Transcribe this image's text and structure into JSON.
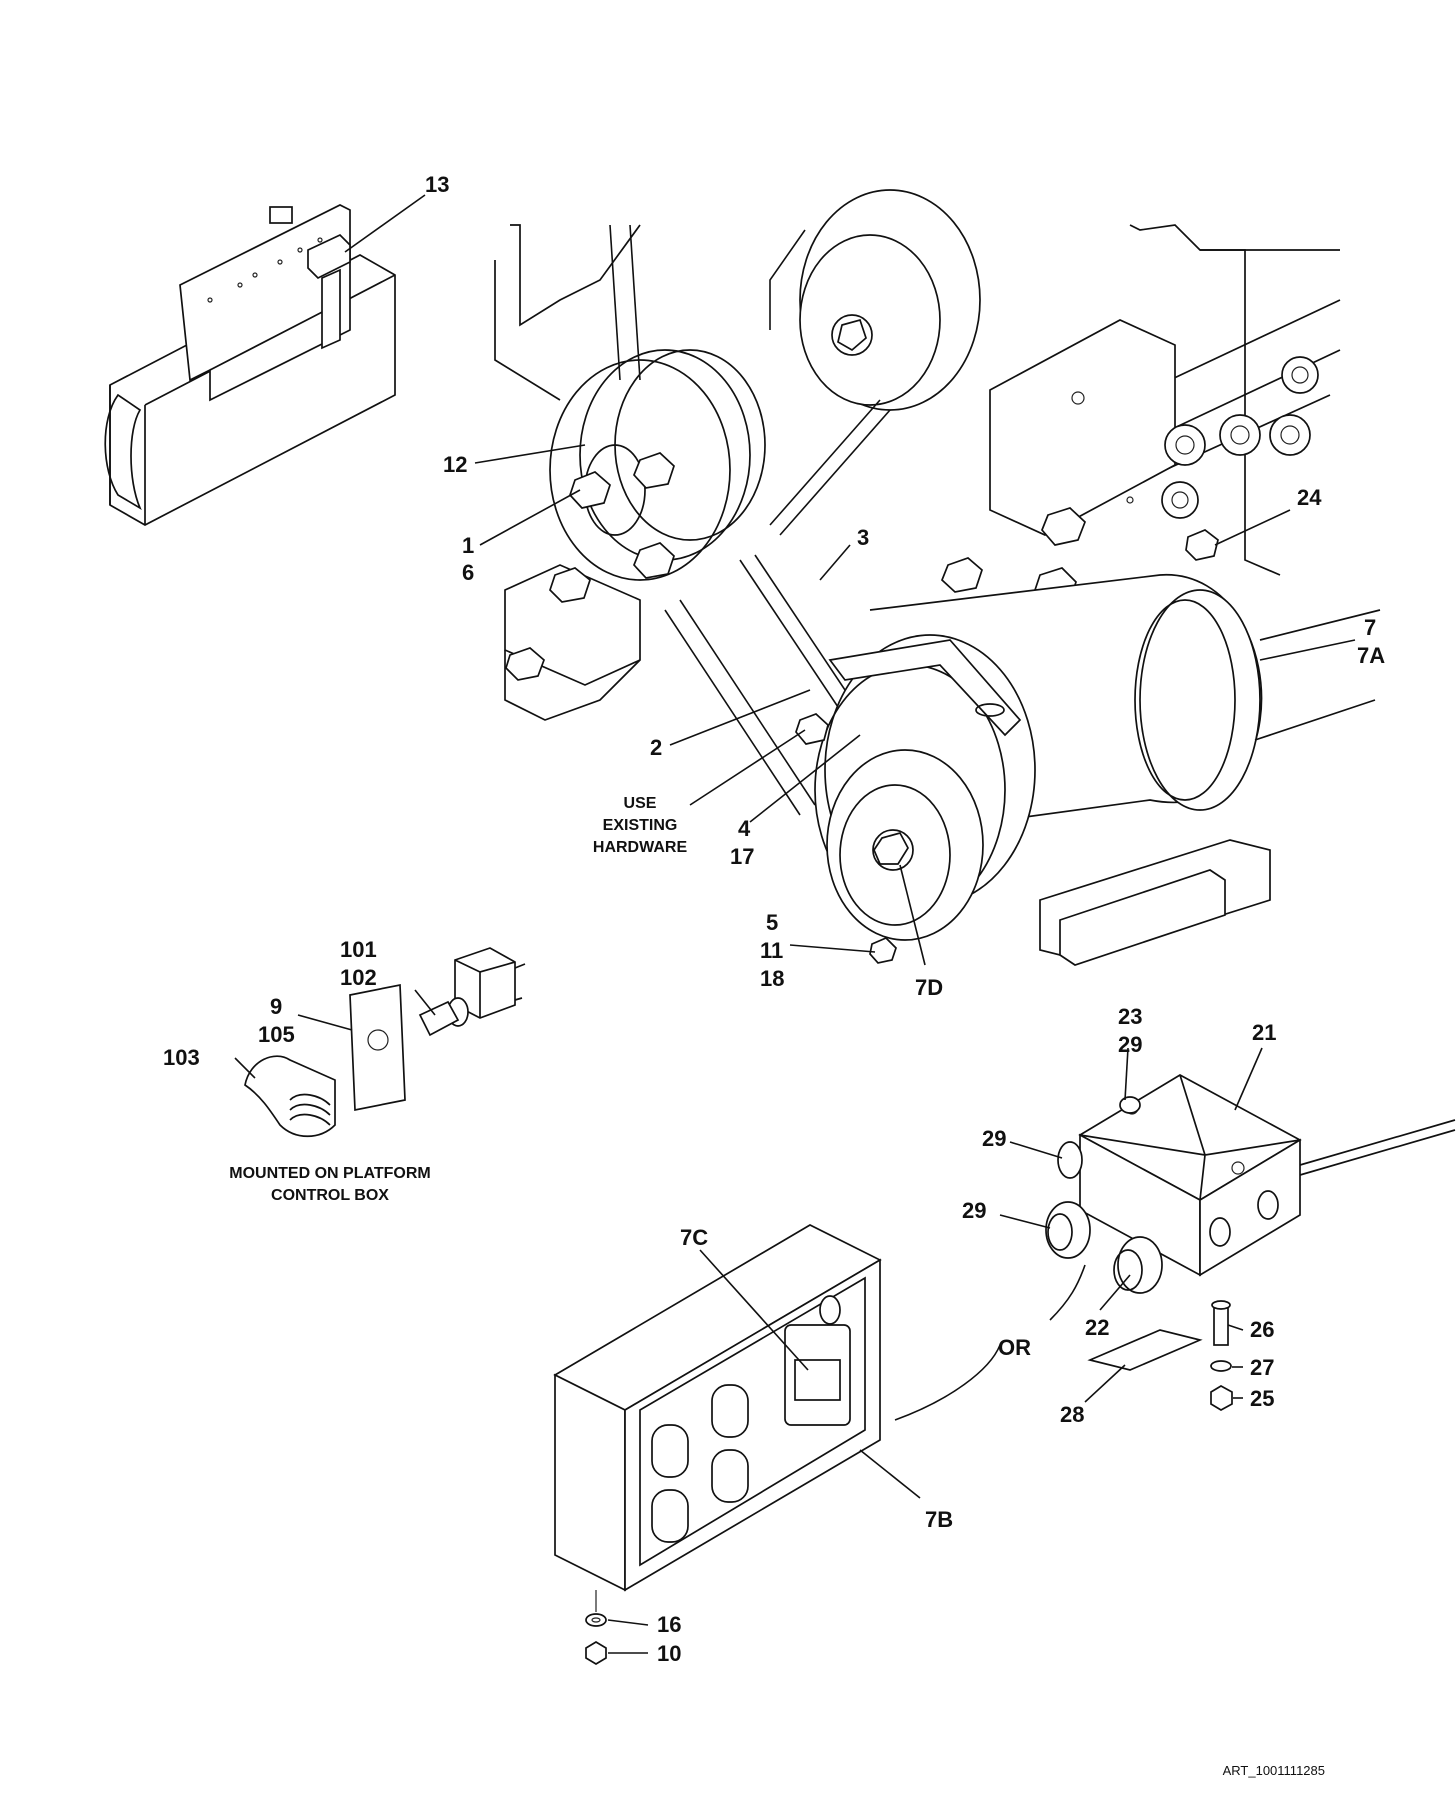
{
  "callouts": {
    "c13": "13",
    "c12": "12",
    "c1": "1",
    "c6": "6",
    "c3": "3",
    "c24": "24",
    "c7": "7",
    "c7a": "7A",
    "c2": "2",
    "c4": "4",
    "c17": "17",
    "c5": "5",
    "c11": "11",
    "c18": "18",
    "c7d": "7D",
    "c101": "101",
    "c102": "102",
    "c9": "9",
    "c105": "105",
    "c103": "103",
    "c23": "23",
    "c29a": "29",
    "c21": "21",
    "c29b": "29",
    "c29c": "29",
    "c22": "22",
    "c26": "26",
    "c27": "27",
    "c25": "25",
    "c28": "28",
    "c7c": "7C",
    "c7b": "7B",
    "c16": "16",
    "c10": "10"
  },
  "notes": {
    "use_existing": [
      "USE",
      "EXISTING",
      "HARDWARE"
    ],
    "mounted": [
      "MOUNTED ON PLATFORM",
      "CONTROL BOX"
    ],
    "or": "OR"
  },
  "art_number": "ART_1001111285"
}
